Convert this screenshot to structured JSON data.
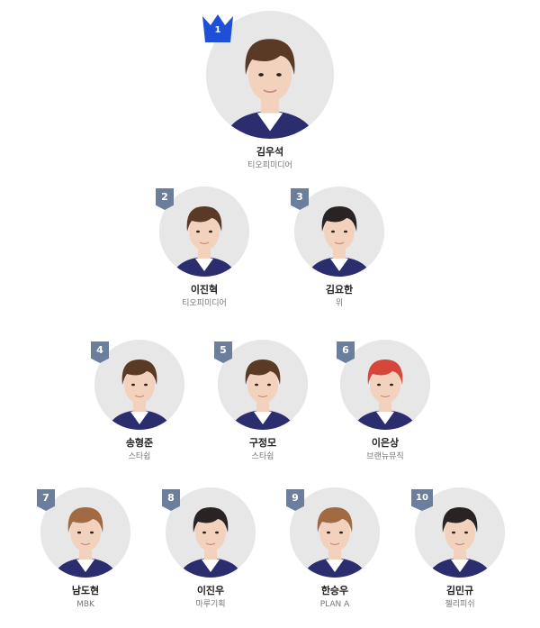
{
  "colors": {
    "rank_badge": "#6b7f9c",
    "crown": "#1f4fd6",
    "photo_bg": "#e7e7e7",
    "uniform": "#2b2d6e",
    "skin": "#f2d2bd",
    "hair_brown": "#5a3a25",
    "hair_dark": "#2a2324",
    "hair_red": "#d5473a",
    "hair_light": "#a26a43"
  },
  "members": [
    {
      "rank": "1",
      "name": "김우석",
      "agency": "티오피미디어",
      "rank_icon": "crown-icon",
      "hair": "hair_brown"
    },
    {
      "rank": "2",
      "name": "이진혁",
      "agency": "티오피미디어",
      "rank_icon": "rank-badge",
      "hair": "hair_brown"
    },
    {
      "rank": "3",
      "name": "김요한",
      "agency": "위",
      "rank_icon": "rank-badge",
      "hair": "hair_dark"
    },
    {
      "rank": "4",
      "name": "송형준",
      "agency": "스타쉽",
      "rank_icon": "rank-badge",
      "hair": "hair_brown"
    },
    {
      "rank": "5",
      "name": "구정모",
      "agency": "스타쉽",
      "rank_icon": "rank-badge",
      "hair": "hair_brown"
    },
    {
      "rank": "6",
      "name": "이은상",
      "agency": "브랜뉴뮤직",
      "rank_icon": "rank-badge",
      "hair": "hair_red"
    },
    {
      "rank": "7",
      "name": "남도현",
      "agency": "MBK",
      "rank_icon": "rank-badge",
      "hair": "hair_light"
    },
    {
      "rank": "8",
      "name": "이진우",
      "agency": "마루기획",
      "rank_icon": "rank-badge",
      "hair": "hair_dark"
    },
    {
      "rank": "9",
      "name": "한승우",
      "agency": "PLAN A",
      "rank_icon": "rank-badge",
      "hair": "hair_light"
    },
    {
      "rank": "10",
      "name": "김민규",
      "agency": "젤리피쉬",
      "rank_icon": "rank-badge",
      "hair": "hair_dark"
    }
  ]
}
